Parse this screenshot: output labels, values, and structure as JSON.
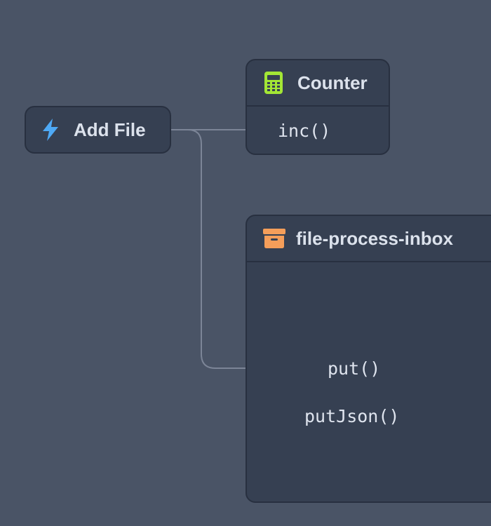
{
  "nodes": {
    "add_file": {
      "label": "Add File",
      "icon": "lightning-icon",
      "icon_color": "#4ea9f5"
    },
    "counter": {
      "label": "Counter",
      "icon": "calculator-icon",
      "icon_color": "#a3e635",
      "methods": [
        "inc()"
      ]
    },
    "bucket": {
      "label": "file-process-inbox",
      "icon": "archive-box-icon",
      "icon_color": "#f59e5a",
      "methods": [
        "put()",
        "putJson()"
      ]
    }
  },
  "colors": {
    "background": "#4a5466",
    "node_fill": "#364052",
    "node_border": "#283040",
    "edge": "#7c8597"
  }
}
